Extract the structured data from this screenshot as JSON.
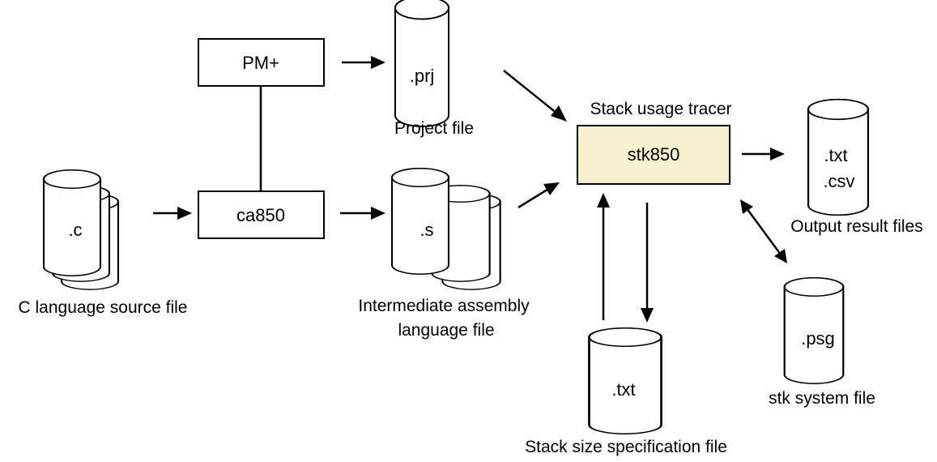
{
  "nodes": {
    "pm": {
      "label": "PM+"
    },
    "ca850": {
      "label": "ca850"
    },
    "stk850": {
      "label": "stk850",
      "caption": "Stack usage tracer"
    },
    "prj": {
      "ext": ".prj",
      "caption": "Project file"
    },
    "c_src": {
      "ext": ".c",
      "caption": "C language source file"
    },
    "asm": {
      "ext": ".s",
      "caption_line1": "Intermediate assembly",
      "caption_line2": "language file"
    },
    "output": {
      "ext_line1": ".txt",
      "ext_line2": ".csv",
      "caption": "Output result files"
    },
    "psg": {
      "ext": ".psg",
      "caption": "stk system file"
    },
    "stack_spec": {
      "ext": ".txt",
      "caption": "Stack size specification file"
    }
  },
  "colors": {
    "stroke": "#000000",
    "box_fill": "#ffffff",
    "highlight_fill": "#f6f2cf"
  }
}
